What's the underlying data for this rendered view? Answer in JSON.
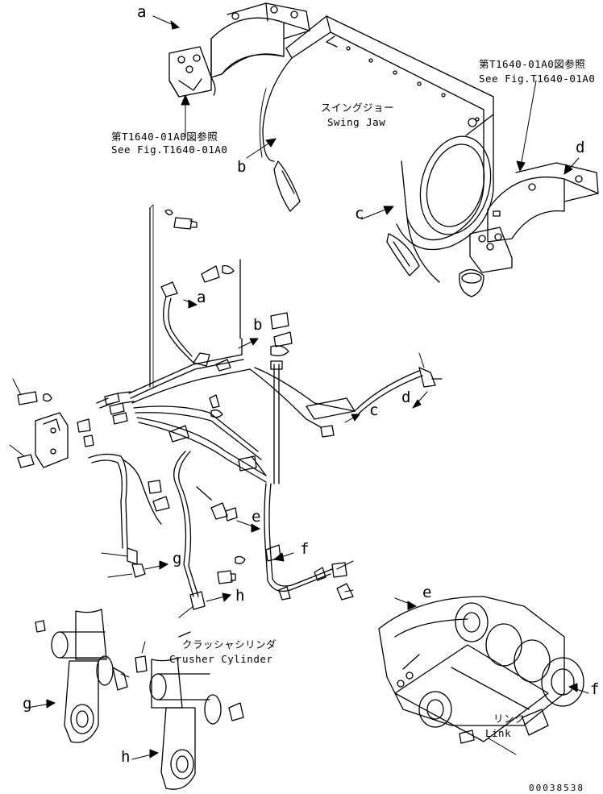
{
  "callouts": {
    "a_top": "a",
    "b_top": "b",
    "c_top": "c",
    "d_top": "d",
    "a_mid": "a",
    "b_mid": "b",
    "c_mid": "c",
    "d_mid": "d",
    "e_mid": "e",
    "f_mid": "f",
    "g_mid": "g",
    "h_mid": "h",
    "e_link": "e",
    "f_link": "f",
    "g_cyl": "g",
    "h_cyl": "h"
  },
  "notes": {
    "ref_left_jp": "第T1640-01A0図参照",
    "ref_left_en": "See Fig.T1640-01A0",
    "ref_right_jp": "第T1640-01A0図参照",
    "ref_right_en": "See Fig.T1640-01A0",
    "swing_jaw_jp": "スイングジョー",
    "swing_jaw_en": "Swing Jaw",
    "crusher_jp": "クラッシャシリンダ",
    "crusher_en": "Crusher Cylinder",
    "link_jp": "リンク",
    "link_en": "Link"
  },
  "part_number": "00038538",
  "colors": {
    "ink": "#000000",
    "paper": "#ffffff"
  }
}
